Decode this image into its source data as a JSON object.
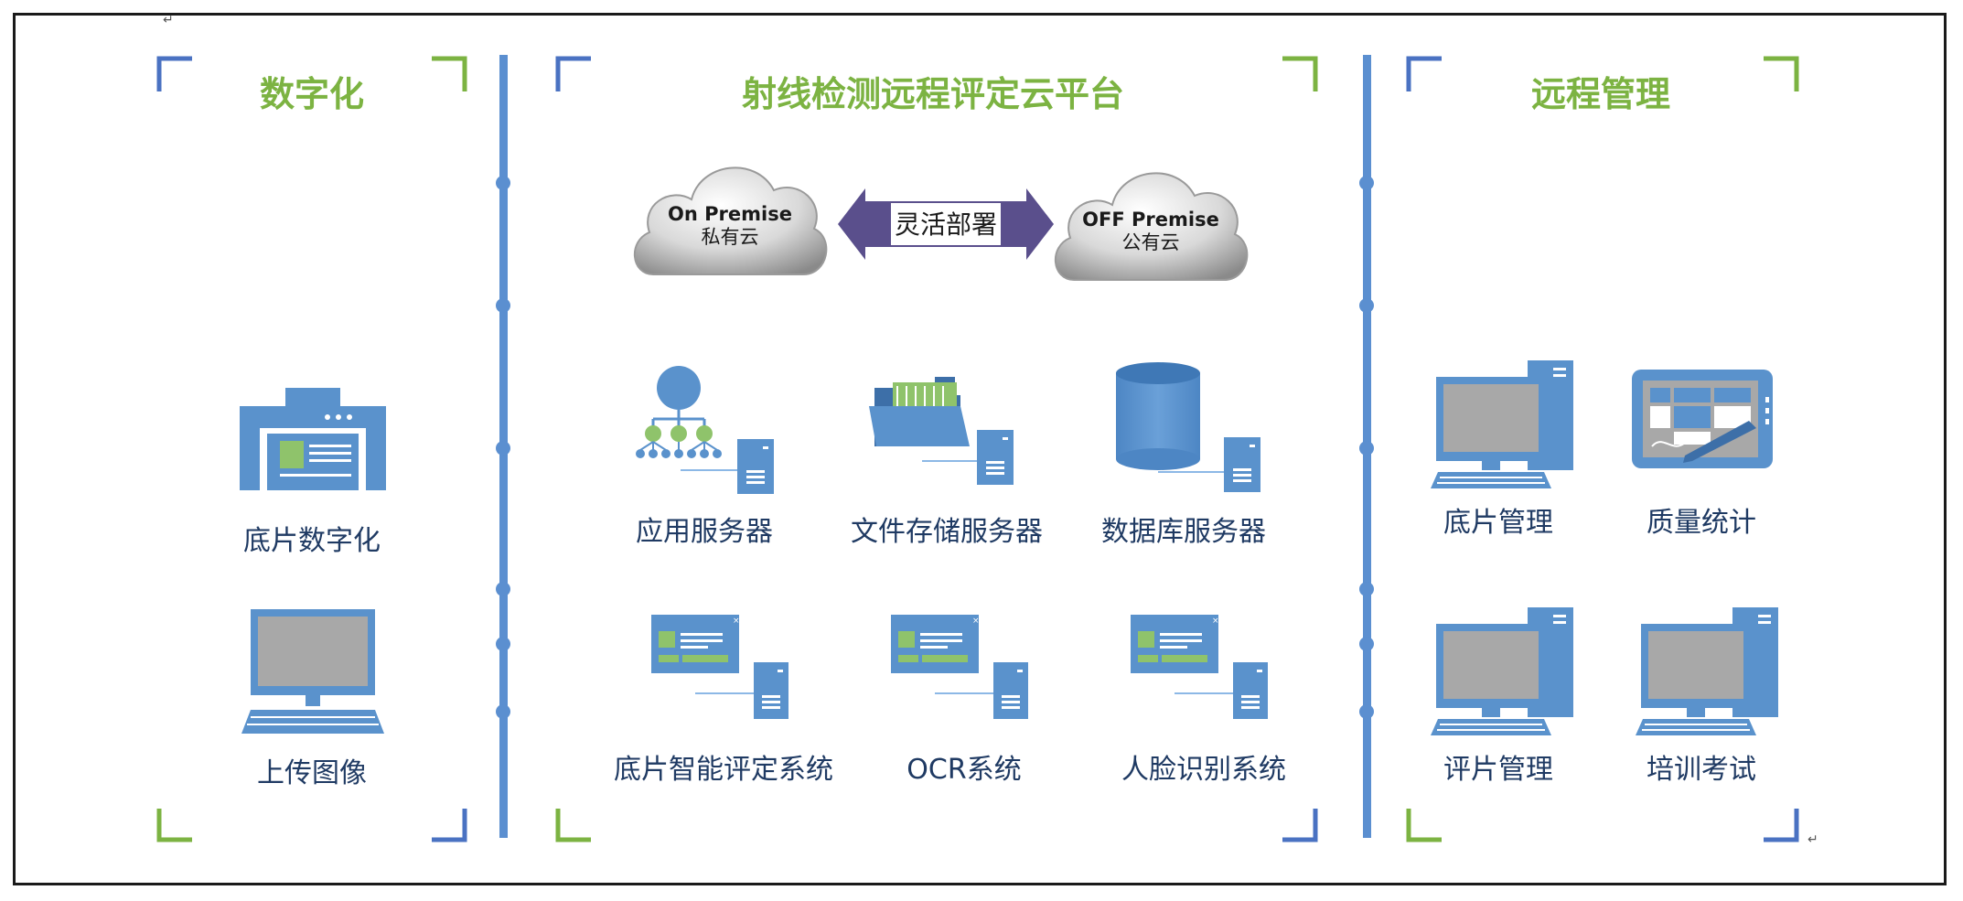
{
  "colors": {
    "title_green": "#7cb342",
    "bracket_blue": "#4a72c2",
    "bracket_green": "#7cb342",
    "divider_blue": "#5b8fd0",
    "icon_blue": "#5a92cc",
    "icon_green": "#8fc36b",
    "arrow_purple": "#5a4f8c",
    "label_navy": "#1f3a63"
  },
  "sections": {
    "digitize": {
      "title": "数字化",
      "items": [
        {
          "label": "底片数字化",
          "icon": "scanner-icon"
        },
        {
          "label": "上传图像",
          "icon": "computer-icon"
        }
      ]
    },
    "platform": {
      "title": "射线检测远程评定云平台",
      "private_cloud": {
        "en": "On Premise",
        "zh": "私有云"
      },
      "public_cloud": {
        "en": "OFF Premise",
        "zh": "公有云"
      },
      "deploy_label": "灵活部署",
      "servers": [
        {
          "label": "应用服务器",
          "icon": "app-server-icon"
        },
        {
          "label": "文件存储服务器",
          "icon": "file-server-icon"
        },
        {
          "label": "数据库服务器",
          "icon": "database-server-icon"
        }
      ],
      "systems": [
        {
          "label": "底片智能评定系统",
          "icon": "web-server-icon"
        },
        {
          "label": "OCR系统",
          "icon": "web-server-icon"
        },
        {
          "label": "人脸识别系统",
          "icon": "web-server-icon"
        }
      ]
    },
    "remote": {
      "title": "远程管理",
      "items": [
        {
          "label": "底片管理",
          "icon": "desktop-pc-icon"
        },
        {
          "label": "质量统计",
          "icon": "tablet-icon"
        },
        {
          "label": "评片管理",
          "icon": "desktop-pc-icon"
        },
        {
          "label": "培训考试",
          "icon": "desktop-pc-icon"
        }
      ]
    }
  },
  "marks": {
    "return_symbol": "↵"
  }
}
